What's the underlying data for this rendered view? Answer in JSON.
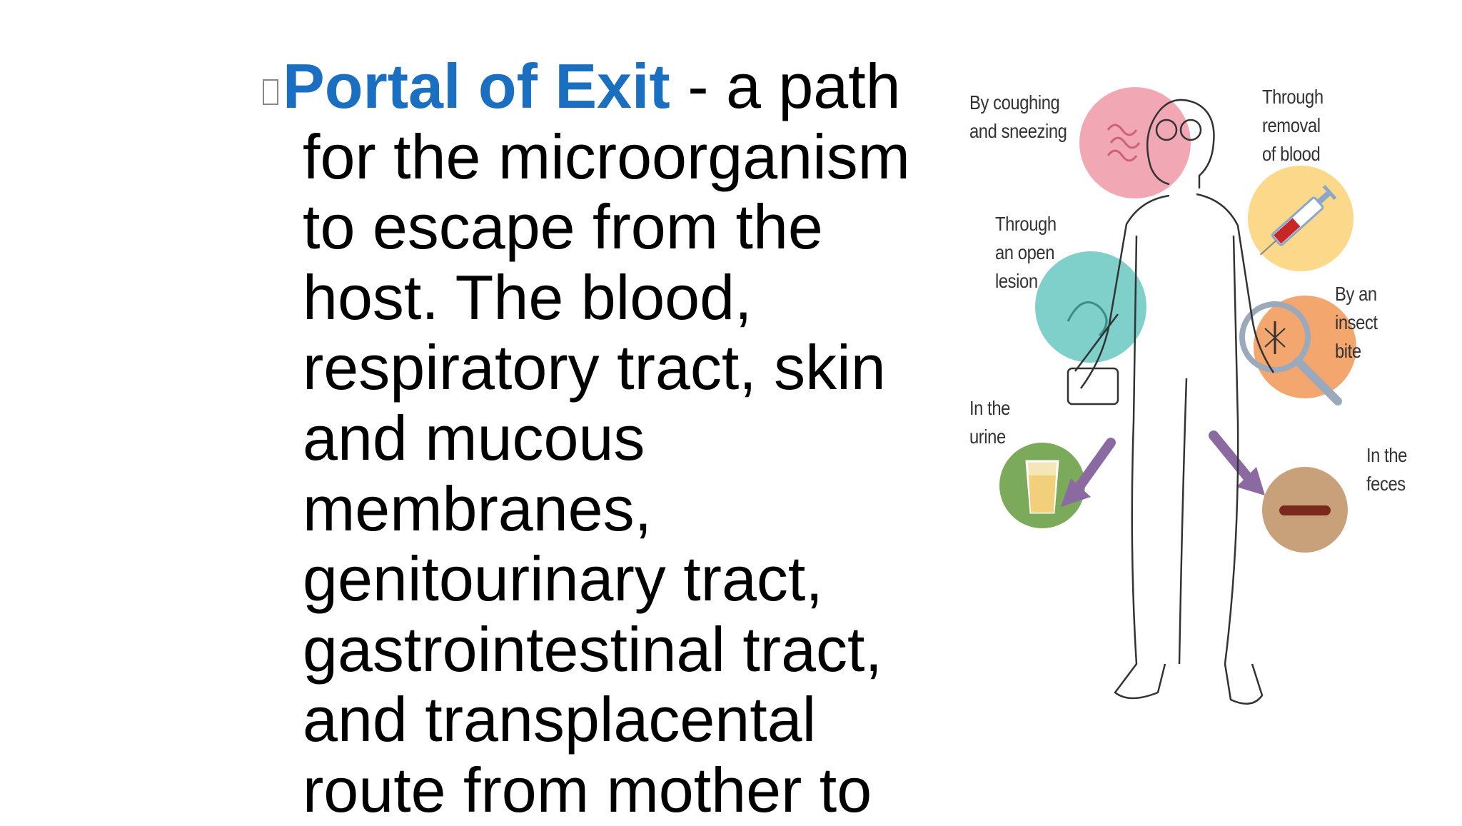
{
  "slide": {
    "term": "Portal of Exit",
    "lines": [
      " - a path",
      "for the microorganism",
      "to escape from the",
      "host. The blood,",
      "respiratory tract, skin",
      "and mucous",
      "membranes,",
      "genitourinary tract,",
      "gastrointestinal tract,",
      "and transplacental",
      "route from mother to"
    ],
    "accent_color": "#1a6fc0"
  },
  "figure": {
    "labels": {
      "coughing": [
        "By coughing",
        "and sneezing"
      ],
      "blood": [
        "Through",
        "removal",
        "of blood"
      ],
      "lesion": [
        "Through",
        "an open",
        "lesion"
      ],
      "insect": [
        "By an",
        "insect",
        "bite"
      ],
      "urine": [
        "In the",
        "urine"
      ],
      "feces": [
        "In the",
        "feces"
      ]
    },
    "icons": [
      "cough-icon",
      "syringe-icon",
      "lesion-icon",
      "insect-bite-icon",
      "urine-glass-icon",
      "feces-icon"
    ]
  }
}
